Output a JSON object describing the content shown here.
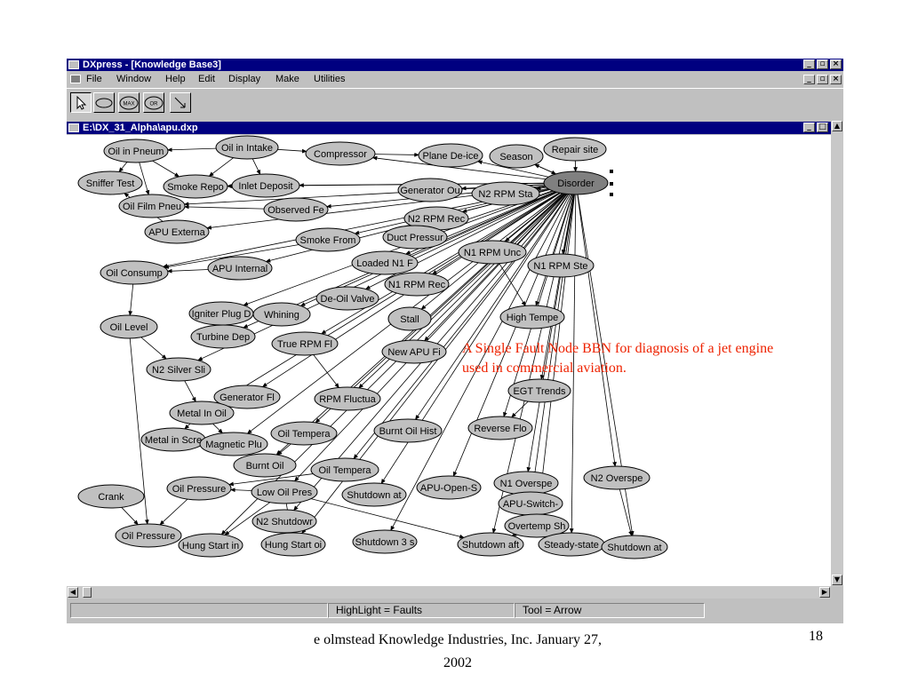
{
  "app": {
    "title": "DXpress - [Knowledge Base3]",
    "menu": [
      "File",
      "Window",
      "Help",
      "Edit",
      "Display",
      "Make",
      "Utilities"
    ],
    "toolbar": [
      {
        "name": "arrow-tool-button",
        "label": "",
        "icon": "arrow-cursor-icon"
      },
      {
        "name": "oval-tool-button",
        "label": "",
        "icon": "ellipse-icon"
      },
      {
        "name": "max-tool-button",
        "label": "MAX",
        "icon": "max-node-icon"
      },
      {
        "name": "or-tool-button",
        "label": "OR",
        "icon": "or-node-icon"
      },
      {
        "name": "arc-tool-button",
        "label": "",
        "icon": "diagonal-arrow-icon"
      }
    ]
  },
  "document": {
    "title": "E:\\DX_31_Alpha\\apu.dxp"
  },
  "graph": {
    "nodes": [
      {
        "id": "oil_pneum",
        "label": "Oil in Pneum"
      },
      {
        "id": "oil_intake",
        "label": "Oil in Intake"
      },
      {
        "id": "compressor",
        "label": "Compressor"
      },
      {
        "id": "plane_deice",
        "label": "Plane De-ice"
      },
      {
        "id": "season",
        "label": "Season"
      },
      {
        "id": "repair_site",
        "label": "Repair site"
      },
      {
        "id": "disorder",
        "label": "Disorder",
        "selected": true
      },
      {
        "id": "sniffer",
        "label": "Sniffer Test"
      },
      {
        "id": "smoke_repo",
        "label": "Smoke Repo"
      },
      {
        "id": "inlet_deposit",
        "label": "Inlet Deposit"
      },
      {
        "id": "generator_out",
        "label": "Generator Ou"
      },
      {
        "id": "n2_rpm_sta",
        "label": "N2 RPM Sta"
      },
      {
        "id": "oil_film",
        "label": "Oil Film Pneu"
      },
      {
        "id": "observed_fe",
        "label": "Observed Fe"
      },
      {
        "id": "n2_rpm_rec",
        "label": "N2 RPM Rec"
      },
      {
        "id": "apu_externa",
        "label": "APU Externa"
      },
      {
        "id": "smoke_from",
        "label": "Smoke From"
      },
      {
        "id": "duct_pressur",
        "label": "Duct Pressur"
      },
      {
        "id": "n1_rpm_unc",
        "label": "N1 RPM Unc"
      },
      {
        "id": "n1_rpm_ste",
        "label": "N1 RPM  Ste"
      },
      {
        "id": "oil_consump",
        "label": "Oil Consump"
      },
      {
        "id": "apu_internal",
        "label": "APU Internal"
      },
      {
        "id": "loaded_n1",
        "label": "Loaded N1 F"
      },
      {
        "id": "n1_rpm_rec",
        "label": "N1 RPM Rec"
      },
      {
        "id": "deoil_valve",
        "label": "De-Oil Valve"
      },
      {
        "id": "igniter_plug",
        "label": "Igniter Plug D"
      },
      {
        "id": "whining",
        "label": "Whining"
      },
      {
        "id": "stall",
        "label": "Stall"
      },
      {
        "id": "high_tempe",
        "label": "High Tempe"
      },
      {
        "id": "oil_level",
        "label": "Oil Level"
      },
      {
        "id": "turbine_dep",
        "label": "Turbine Dep"
      },
      {
        "id": "true_rpm",
        "label": "True RPM Fl"
      },
      {
        "id": "new_apu",
        "label": "New APU Fi"
      },
      {
        "id": "n2_silver",
        "label": "N2 Silver Sli"
      },
      {
        "id": "generator_fl",
        "label": "Generator Fl"
      },
      {
        "id": "rpm_fluctua",
        "label": "RPM Fluctua"
      },
      {
        "id": "egt_trends",
        "label": "EGT Trends"
      },
      {
        "id": "metal_in_oil",
        "label": "Metal In Oil"
      },
      {
        "id": "reverse_flo",
        "label": "Reverse Flo"
      },
      {
        "id": "oil_tempera1",
        "label": "Oil Tempera"
      },
      {
        "id": "burnt_oil_hist",
        "label": "Burnt Oil Hist"
      },
      {
        "id": "metal_screen",
        "label": "Metal in Scre"
      },
      {
        "id": "magnetic_plu",
        "label": "Magnetic Plu"
      },
      {
        "id": "burnt_oil",
        "label": "Burnt Oil"
      },
      {
        "id": "oil_tempera2",
        "label": "Oil Tempera"
      },
      {
        "id": "n2_overspe",
        "label": "N2 Overspe"
      },
      {
        "id": "n1_overspe",
        "label": "N1 Overspe"
      },
      {
        "id": "crank",
        "label": "Crank"
      },
      {
        "id": "oil_pressure1",
        "label": "Oil Pressure"
      },
      {
        "id": "low_oil_pres",
        "label": "Low Oil Pres"
      },
      {
        "id": "shutdown_at1",
        "label": "Shutdown at"
      },
      {
        "id": "apu_open",
        "label": "APU-Open-S"
      },
      {
        "id": "apu_switch",
        "label": "APU-Switch-"
      },
      {
        "id": "n2_shutdown",
        "label": "N2 Shutdowr"
      },
      {
        "id": "overtemp",
        "label": "Overtemp Sh"
      },
      {
        "id": "oil_pressure2",
        "label": "Oil Pressure"
      },
      {
        "id": "hung_start1",
        "label": "Hung Start in"
      },
      {
        "id": "hung_start2",
        "label": "Hung Start oi"
      },
      {
        "id": "shutdown_3s",
        "label": "Shutdown 3 s"
      },
      {
        "id": "shutdown_aft",
        "label": "Shutdown aft"
      },
      {
        "id": "steady_state",
        "label": "Steady-state"
      },
      {
        "id": "shutdown_at2",
        "label": "Shutdown at"
      }
    ]
  },
  "status": {
    "highlight": "HighLight = Faults",
    "tool": "Tool = Arrow"
  },
  "annotation": "A Single Fault Node BBN for diagnosis of a jet engine used in commercial aviation.",
  "footer": {
    "text": "e olmstead  Knowledge Industries, Inc. January 27, 2002",
    "page_number": "18"
  },
  "colors": {
    "titlebar": "#000080",
    "node_fill": "#c0c0c0",
    "selected_node_fill": "#808080",
    "annotation_text": "#ee2200"
  }
}
